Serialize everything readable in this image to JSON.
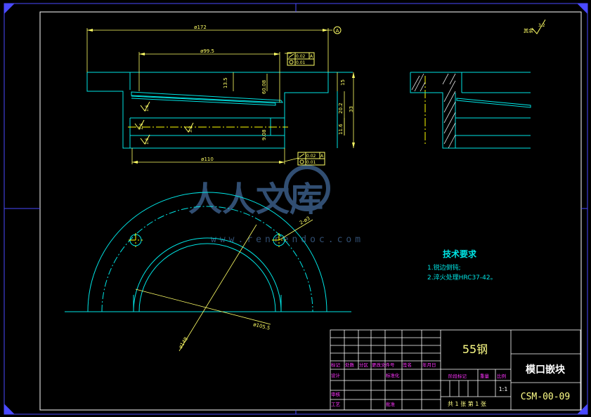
{
  "colors": {
    "frame": "#4a4aff",
    "outline": "#00e5e5",
    "dim": "#ffff66",
    "center": "#ffff00",
    "hatch": "#e0e0e0",
    "green": "#33ff33",
    "magenta": "#ff33ff",
    "table_text": "#ffff88",
    "watermark": "#5a8fcf"
  },
  "dims": {
    "d172": "ø172",
    "d99_5": "ø99.5",
    "d110": "ø110",
    "h13_5": "13.5",
    "h15": "15",
    "h20_2": "20.2",
    "h33": "33",
    "h11_6": "11.6",
    "datum": "A",
    "tol1_val": "0.02",
    "tol1_ref": "A",
    "tol2_val": "0.01",
    "tol3_val": "0.02",
    "tol3_ref": "A",
    "tol4_val": "0.01",
    "rough1": "1.6",
    "rough2": "1.6",
    "rough3": "1.6",
    "rough4": "3.2",
    "side_note1": "60.08",
    "side_note2": "9.08",
    "hole_note": "2-ø3",
    "dia_plan1": "ø105.5",
    "dia_plan2": "ø148",
    "rough_corner_label": "其余",
    "rough_corner_val": "3.2"
  },
  "tech": {
    "title": "技术要求",
    "line1": "1.锐边倒钝;",
    "line2": "2.淬火处理HRC37-42。"
  },
  "title_block": {
    "material": "55钢",
    "part_name": "模口嵌块",
    "drawing_no": "CSM-00-09",
    "scale": "1:1",
    "sheet_info": "共 1 张  第 1 张",
    "hdr_mark": "标记",
    "hdr_count": "处数",
    "hdr_zone": "分区",
    "hdr_docno": "更改文件号",
    "hdr_sign": "签名",
    "hdr_date": "年月日",
    "row_design": "设计",
    "row_standard": "标准化",
    "row_review": "审核",
    "row_process": "工艺",
    "row_approve": "批准",
    "stage_mark": "阶段标记",
    "weight": "重量",
    "ratio": "比例"
  },
  "watermark": {
    "main": "人人文库",
    "url": "www.renrendoc.com"
  }
}
